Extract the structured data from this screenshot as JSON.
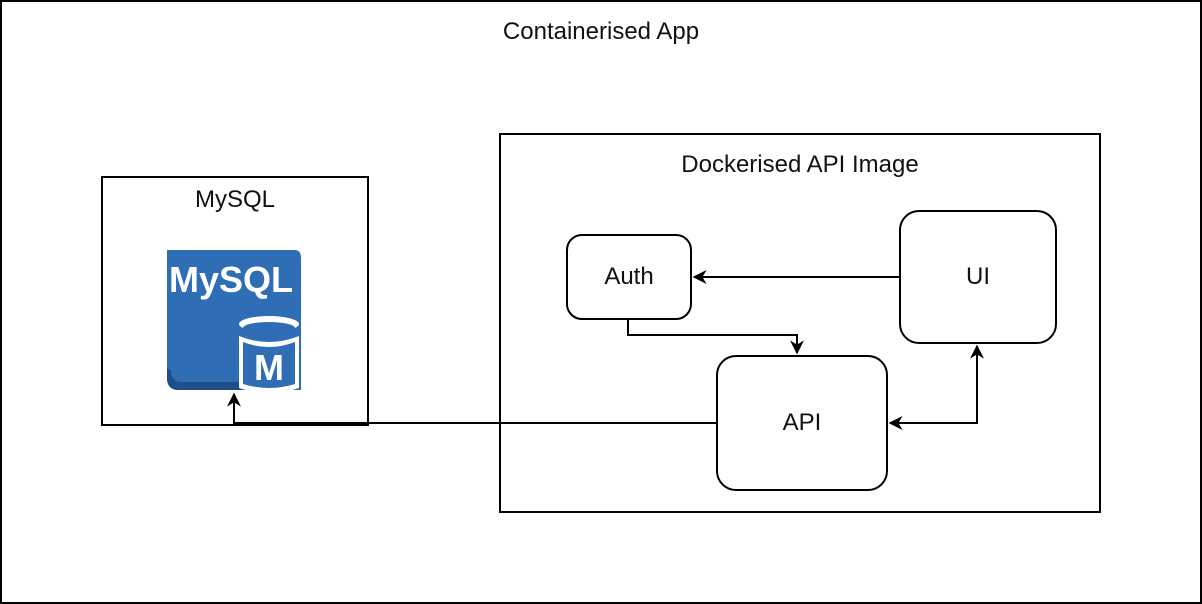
{
  "containers": {
    "app_title": "Containerised App",
    "api_image_title": "Dockerised API Image",
    "mysql_title": "MySQL"
  },
  "nodes": {
    "auth": "Auth",
    "ui": "UI",
    "api": "API"
  },
  "mysql_logo": {
    "wordmark": "MySQL",
    "badge_letter": "M",
    "color": "#2F6DB5",
    "dark_color": "#1F4F8A"
  }
}
